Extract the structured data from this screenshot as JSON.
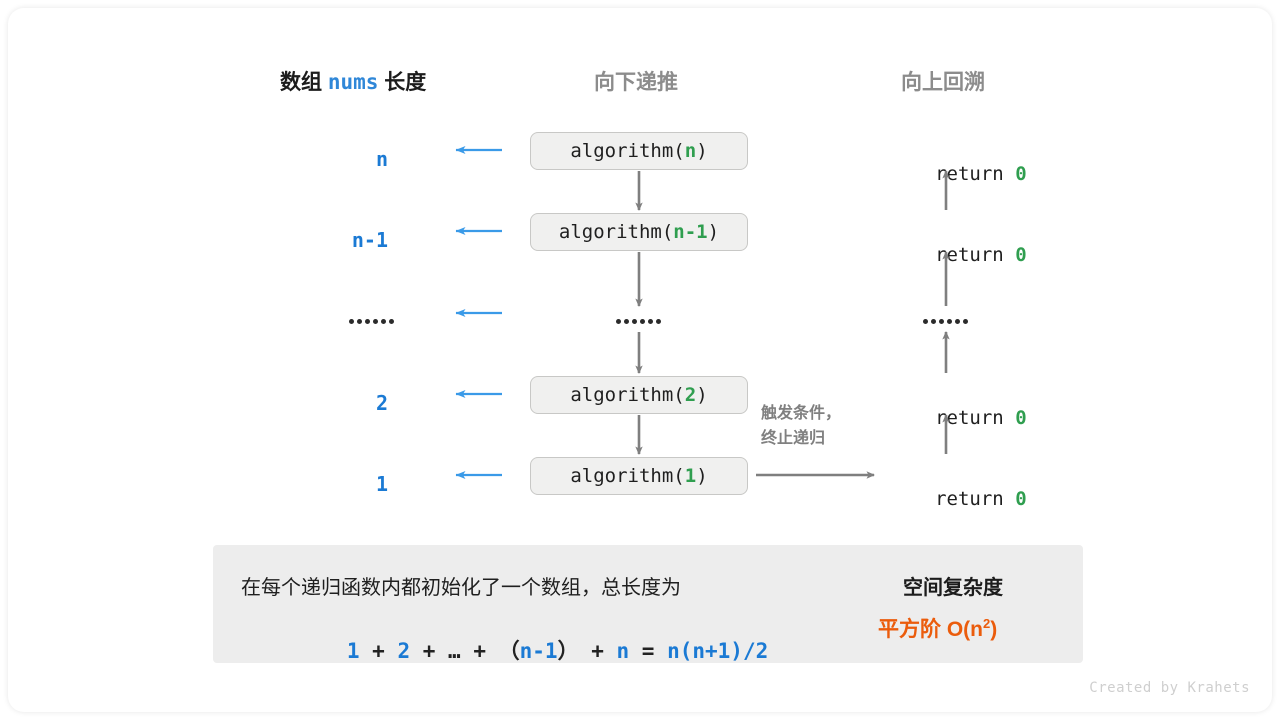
{
  "headers": {
    "left_prefix": "数组",
    "left_mono": "nums",
    "left_suffix": "长度",
    "middle": "向下递推",
    "right": "向上回溯"
  },
  "colors": {
    "blue": "#1b7ad4",
    "light_blue_arrow": "#3a9ae8",
    "green": "#2f9e4f",
    "gray_arrow": "#7f7f7f",
    "gray_text": "#8c8c8c",
    "orange": "#eb5c0c",
    "box_fill": "#f0f0ef",
    "box_border": "#c8c8c6",
    "panel_fill": "#ededed"
  },
  "rows": [
    {
      "length": "n",
      "call_prefix": "algorithm(",
      "call_arg": "n",
      "call_suffix": ")",
      "return_text": "return ",
      "return_value": "0",
      "is_dots": false
    },
    {
      "length": "n-1",
      "call_prefix": "algorithm(",
      "call_arg": "n-1",
      "call_suffix": ")",
      "return_text": "return ",
      "return_value": "0",
      "is_dots": false
    },
    {
      "length": "......",
      "call_prefix": "",
      "call_arg": "",
      "call_suffix": "",
      "return_text": "",
      "return_value": "",
      "is_dots": true
    },
    {
      "length": "2",
      "call_prefix": "algorithm(",
      "call_arg": "2",
      "call_suffix": ")",
      "return_text": "return ",
      "return_value": "0",
      "is_dots": false
    },
    {
      "length": "1",
      "call_prefix": "algorithm(",
      "call_arg": "1",
      "call_suffix": ")",
      "return_text": "return ",
      "return_value": "0",
      "is_dots": false
    }
  ],
  "trigger_note": {
    "line1": "触发条件，",
    "line2": "终止递归"
  },
  "summary": {
    "description": "在每个递归函数内都初始化了一个数组，总长度为",
    "formula_parts": [
      {
        "t": "1",
        "blue": true
      },
      {
        "t": " + ",
        "blue": false
      },
      {
        "t": "2",
        "blue": true
      },
      {
        "t": " + … + （",
        "blue": false
      },
      {
        "t": "n-1",
        "blue": true
      },
      {
        "t": "） + ",
        "blue": false
      },
      {
        "t": "n",
        "blue": true
      },
      {
        "t": " = ",
        "blue": false
      },
      {
        "t": "n(n+1)/2",
        "blue": true
      }
    ],
    "result_title": "空间复杂度",
    "result_prefix": "平方阶 ",
    "result_notation": "O(n",
    "result_exponent": "2",
    "result_close": ")"
  },
  "credit": "Created by Krahets"
}
